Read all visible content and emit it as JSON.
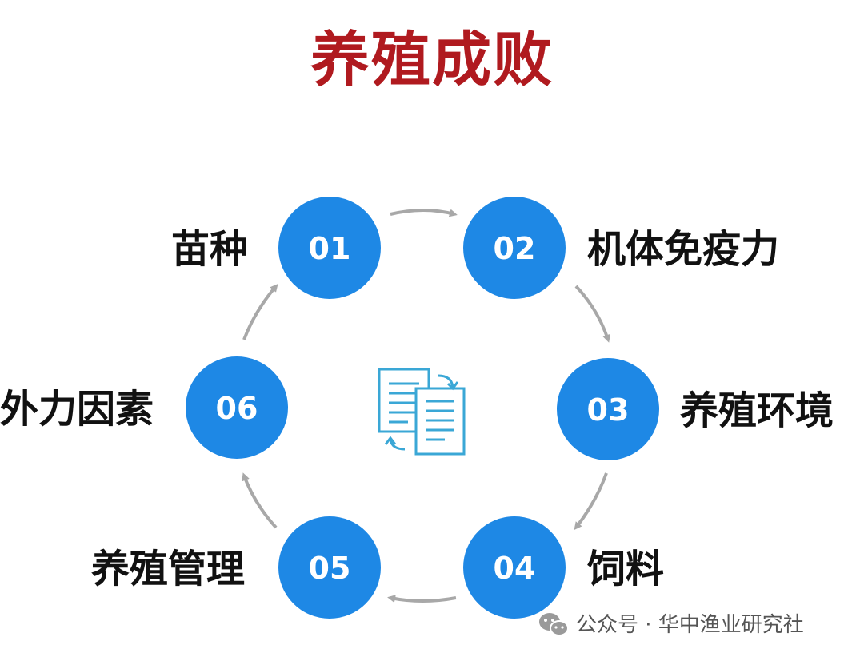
{
  "title": "养殖成败",
  "colors": {
    "title": "#b01a1f",
    "node": "#1e88e5",
    "arrow": "#a8a8a8",
    "center_icon": "#3aa7d6"
  },
  "center_icon": "document-exchange-icon",
  "nodes": [
    {
      "num": "01",
      "label": "苗种"
    },
    {
      "num": "02",
      "label": "机体免疫力"
    },
    {
      "num": "03",
      "label": "养殖环境"
    },
    {
      "num": "04",
      "label": "饲料"
    },
    {
      "num": "05",
      "label": "养殖管理"
    },
    {
      "num": "06",
      "label": "外力因素"
    }
  ],
  "watermark": {
    "icon": "wechat-icon",
    "text": "公众号 · 华中渔业研究社"
  }
}
